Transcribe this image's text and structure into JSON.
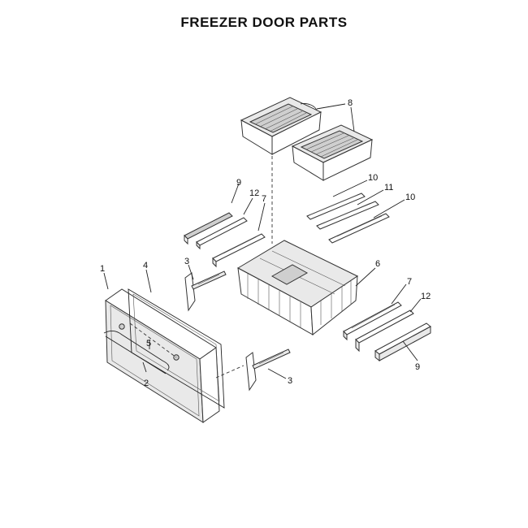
{
  "title": "FREEZER DOOR PARTS",
  "callouts": {
    "door": "1",
    "handle": "2",
    "bracket_left": "3",
    "bracket_right": "3",
    "gasket": "4",
    "screws": "5",
    "basket": "6",
    "rail_left": "7",
    "rail_right": "7",
    "baskets_top": "8",
    "slide_left": "9",
    "slide_right": "9",
    "rail_10_upper": "10",
    "rail_10_lower": "10",
    "rail_11": "11",
    "rail_12_left": "12",
    "rail_12_right": "12"
  }
}
